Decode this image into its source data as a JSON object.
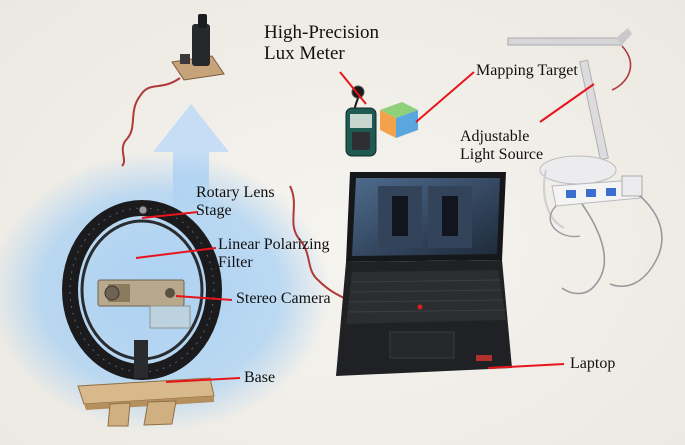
{
  "labels": {
    "lux_meter": [
      "High-Precision",
      "Lux Meter"
    ],
    "mapping_target": "Mapping Target",
    "light_source": [
      "Adjustable",
      "Light Source"
    ],
    "rotary_stage": [
      "Rotary Lens",
      "Stage"
    ],
    "polarizing_filter": [
      "Linear Polarizing",
      "Filter"
    ],
    "stereo_camera": "Stereo Camera",
    "base": "Base",
    "laptop": "Laptop"
  },
  "colors": {
    "pointer_line": "#e8141c",
    "glow": "#9ec8ee",
    "arrow": "#bcd6f2",
    "cable": "#b03a3a",
    "target_orange": "#f2a24a",
    "target_green": "#8ed17a",
    "target_blue": "#5aa7e0"
  },
  "icons": [
    "lux-meter-icon",
    "rubik-cube-target-icon",
    "desk-lamp-icon",
    "power-strip-icon",
    "laptop-icon",
    "rotary-ring-icon",
    "stereo-camera-icon",
    "wooden-base-icon",
    "webcam-icon",
    "up-arrow-icon"
  ]
}
